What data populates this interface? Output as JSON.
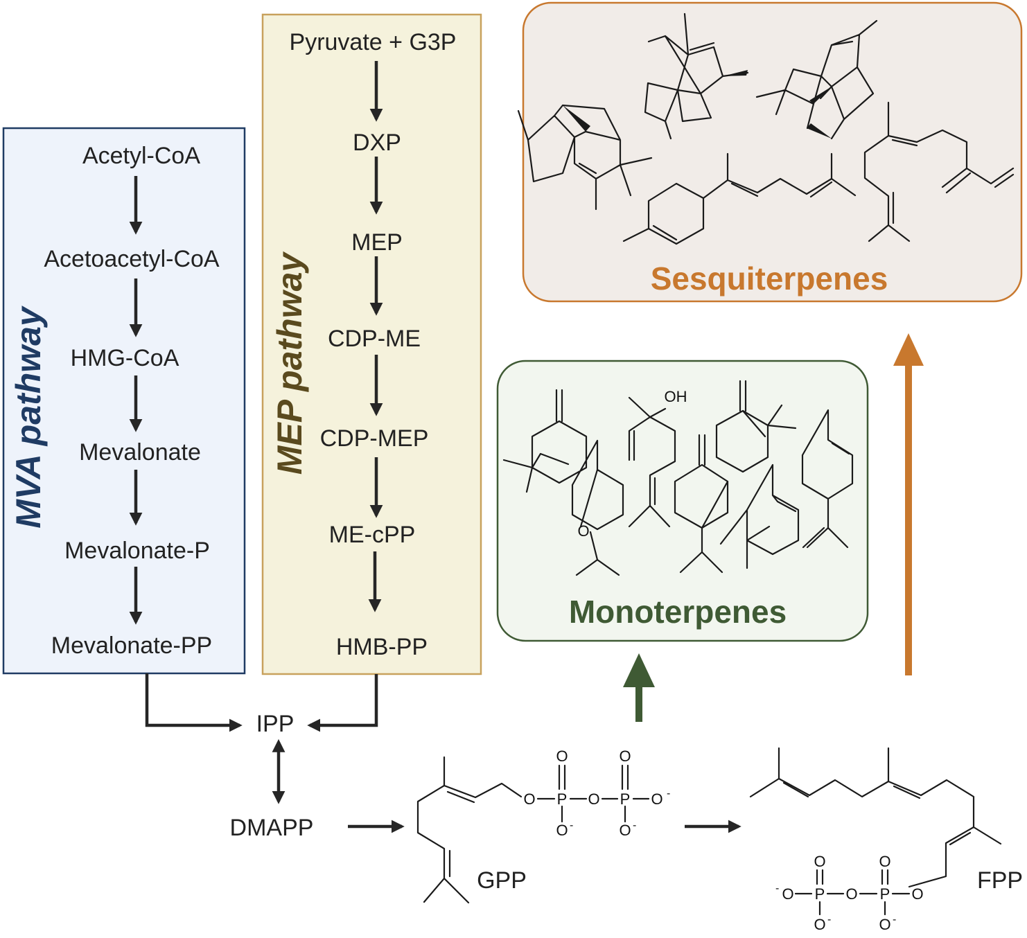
{
  "colors": {
    "mva_fill": "#eef3fb",
    "mva_stroke": "#1f3b63",
    "mva_title": "#1f3b63",
    "mep_fill": "#f5f2dc",
    "mep_stroke": "#c8a15c",
    "mep_title": "#5a4a1e",
    "mono_fill": "#f2f6ef",
    "mono_stroke": "#3f5a34",
    "mono_title": "#3f5a34",
    "mono_arrow": "#3f5a34",
    "sesq_fill": "#f1ece8",
    "sesq_stroke": "#c8782e",
    "sesq_title": "#c8782e",
    "sesq_arrow": "#c8782e",
    "flow_arrow": "#262626"
  },
  "mva": {
    "title": "MVA pathway",
    "steps": [
      "Acetyl-CoA",
      "Acetoacetyl-CoA",
      "HMG-CoA",
      "Mevalonate",
      "Mevalonate-P",
      "Mevalonate-PP"
    ]
  },
  "mep": {
    "title": "MEP pathway",
    "steps": [
      "Pyruvate + G3P",
      "DXP",
      "MEP",
      "CDP-ME",
      "CDP-MEP",
      "ME-cPP",
      "HMB-PP"
    ]
  },
  "central": {
    "ipp": "IPP",
    "dmapp": "DMAPP",
    "gpp": "GPP",
    "fpp": "FPP"
  },
  "products": {
    "monoterpenes": "Monoterpenes",
    "sesquiterpenes": "Sesquiterpenes"
  },
  "atoms": {
    "oxygen": "O",
    "phosphorus": "P",
    "charge": "-",
    "hydroxyl": "OH"
  }
}
